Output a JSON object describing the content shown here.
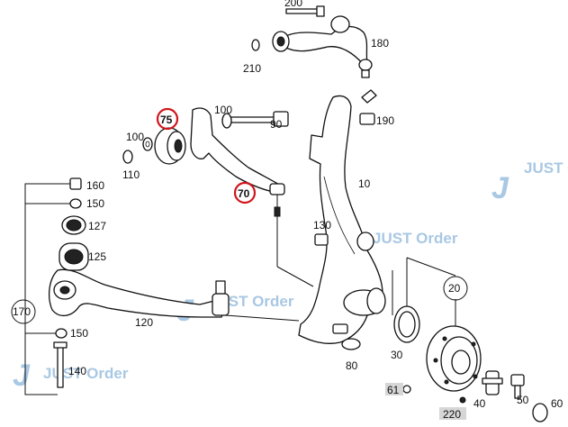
{
  "brand": {
    "watermark_text": "JUST Order",
    "watermark_color": "#a9c8e3",
    "highlight_color": "#d0161c"
  },
  "parts": {
    "p10": "10",
    "p20": "20",
    "p30": "30",
    "p40": "40",
    "p50": "50",
    "p60": "60",
    "p61": "61",
    "p70": "70",
    "p75": "75",
    "p80": "80",
    "p90": "90",
    "p100a": "100",
    "p100b": "100",
    "p110": "110",
    "p120": "120",
    "p125": "125",
    "p127": "127",
    "p130": "130",
    "p140": "140",
    "p150a": "150",
    "p150b": "150",
    "p160": "160",
    "p170": "170",
    "p180": "180",
    "p190": "190",
    "p200": "200",
    "p210": "210",
    "p220": "220"
  },
  "highlighted": [
    "75",
    "70"
  ]
}
